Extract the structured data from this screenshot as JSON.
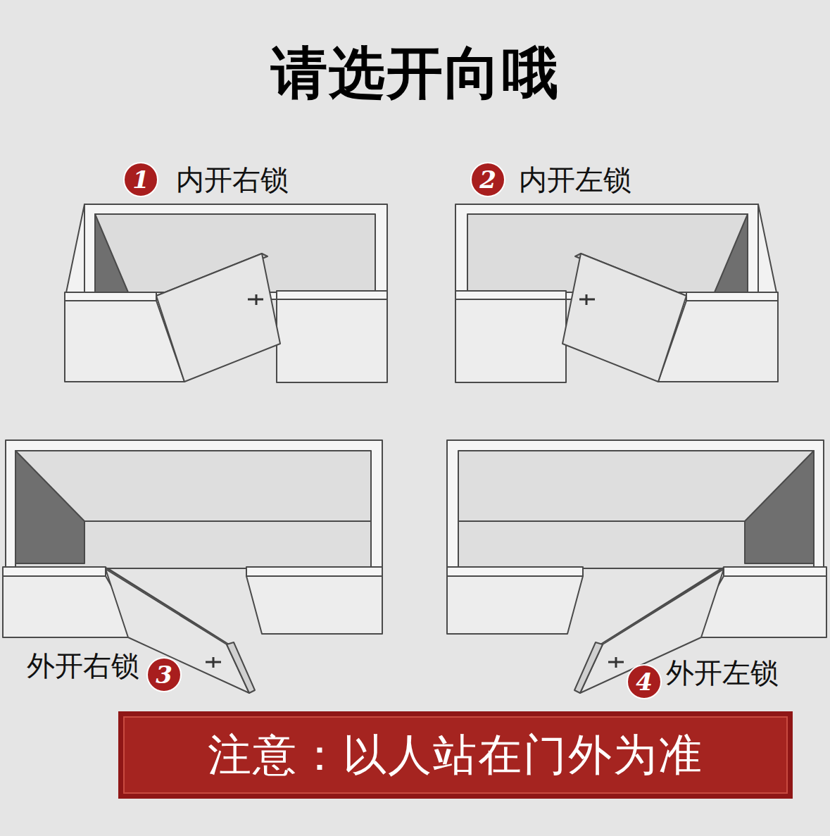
{
  "diagram": {
    "title": "请选开向哦",
    "nodes": [
      {
        "text": [
          "1"
        ]
      },
      {
        "text": [
          "2"
        ]
      },
      {
        "text": [
          "3"
        ]
      },
      {
        "text": [
          "4"
        ]
      },
      {
        "text": [
          "注意：以人站在门外为准"
        ]
      }
    ],
    "labels": [
      "内开右锁",
      "内开左锁",
      "外开右锁",
      "外开左锁"
    ]
  }
}
